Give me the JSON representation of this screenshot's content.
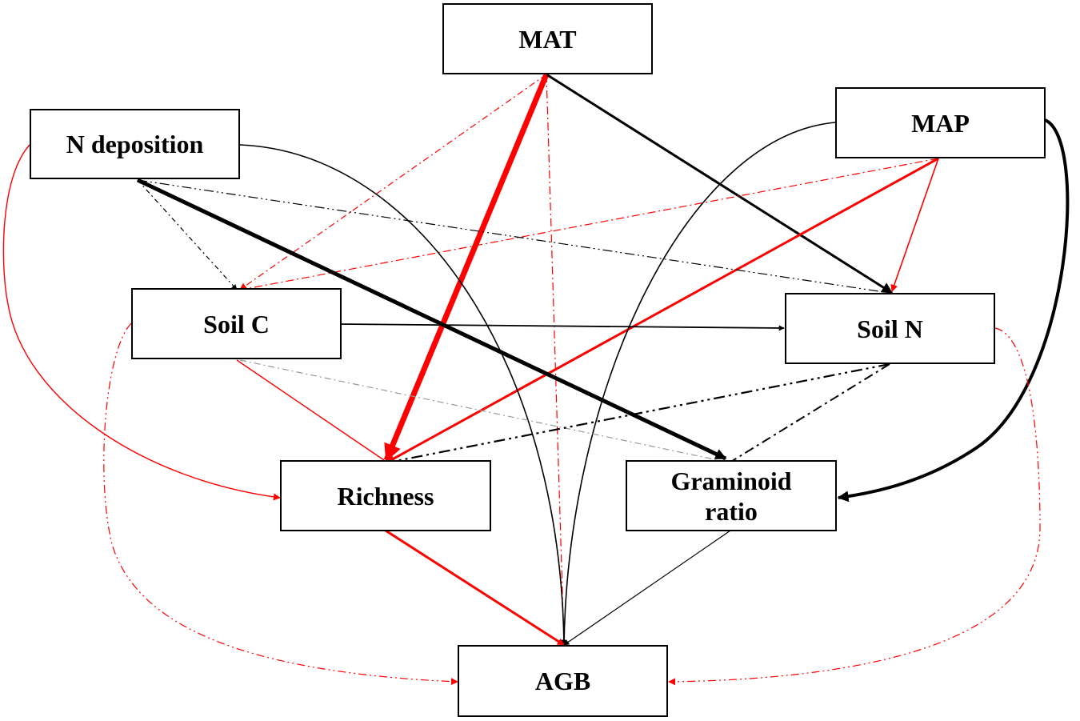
{
  "diagram": {
    "nodes": {
      "mat": "MAT",
      "map": "MAP",
      "n_deposition": "N deposition",
      "soil_c": "Soil C",
      "soil_n": "Soil N",
      "richness": "Richness",
      "graminoid_line1": "Graminoid",
      "graminoid_line2": "ratio",
      "agb": "AGB"
    },
    "colors": {
      "black": "#000000",
      "red": "#ff0000",
      "gray": "#999999"
    },
    "edges": [
      {
        "from": "MAT",
        "to": "Richness",
        "color": "red",
        "style": "solid"
      },
      {
        "from": "MAT",
        "to": "Soil N",
        "color": "black",
        "style": "solid"
      },
      {
        "from": "MAT",
        "to": "Soil C",
        "color": "red",
        "style": "dash-dot"
      },
      {
        "from": "MAT",
        "to": "AGB",
        "color": "red",
        "style": "dash-dot"
      },
      {
        "from": "MAP",
        "to": "Richness",
        "color": "red",
        "style": "solid"
      },
      {
        "from": "MAP",
        "to": "Soil N",
        "color": "red",
        "style": "solid"
      },
      {
        "from": "MAP",
        "to": "Soil C",
        "color": "red",
        "style": "dash-dot"
      },
      {
        "from": "MAP",
        "to": "Graminoid ratio",
        "color": "black",
        "style": "solid"
      },
      {
        "from": "MAP",
        "to": "AGB",
        "color": "black",
        "style": "solid"
      },
      {
        "from": "N deposition",
        "to": "Graminoid ratio",
        "color": "black",
        "style": "solid"
      },
      {
        "from": "N deposition",
        "to": "Soil C",
        "color": "black",
        "style": "dash-dot"
      },
      {
        "from": "N deposition",
        "to": "Soil N",
        "color": "black",
        "style": "dash-dot"
      },
      {
        "from": "N deposition",
        "to": "Richness",
        "color": "red",
        "style": "solid"
      },
      {
        "from": "N deposition",
        "to": "AGB",
        "color": "black",
        "style": "solid"
      },
      {
        "from": "Soil C",
        "to": "Soil N",
        "color": "black",
        "style": "solid"
      },
      {
        "from": "Soil C",
        "to": "Richness",
        "color": "red",
        "style": "solid"
      },
      {
        "from": "Soil C",
        "to": "Graminoid ratio",
        "color": "gray",
        "style": "dash-dot"
      },
      {
        "from": "Soil C",
        "to": "AGB",
        "color": "red",
        "style": "dash-dot"
      },
      {
        "from": "Soil N",
        "to": "Richness",
        "color": "black",
        "style": "dash-dot"
      },
      {
        "from": "Soil N",
        "to": "Graminoid ratio",
        "color": "black",
        "style": "dash-dot"
      },
      {
        "from": "Soil N",
        "to": "AGB",
        "color": "red",
        "style": "dash-dot"
      },
      {
        "from": "Richness",
        "to": "AGB",
        "color": "red",
        "style": "solid"
      },
      {
        "from": "Graminoid ratio",
        "to": "AGB",
        "color": "black",
        "style": "solid"
      }
    ]
  }
}
